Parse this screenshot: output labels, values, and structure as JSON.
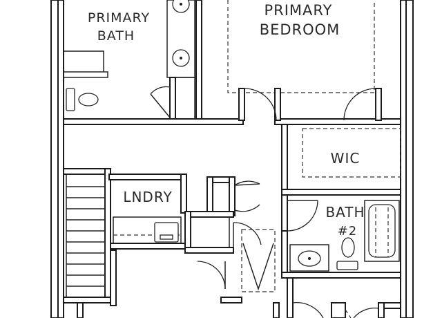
{
  "rooms": {
    "primary_bath": {
      "line1": "PRIMARY",
      "line2": "BATH"
    },
    "primary_bedroom": {
      "line1": "PRIMARY",
      "line2": "BEDROOM"
    },
    "wic": {
      "label": "WIC"
    },
    "laundry": {
      "label": "LNDRY"
    },
    "bath2": {
      "line1": "BATH",
      "line2": "#2"
    }
  },
  "colors": {
    "wall": "#1a1a1a",
    "wall_fill": "#ffffff",
    "line": "#222222",
    "dashed": "#333333"
  }
}
